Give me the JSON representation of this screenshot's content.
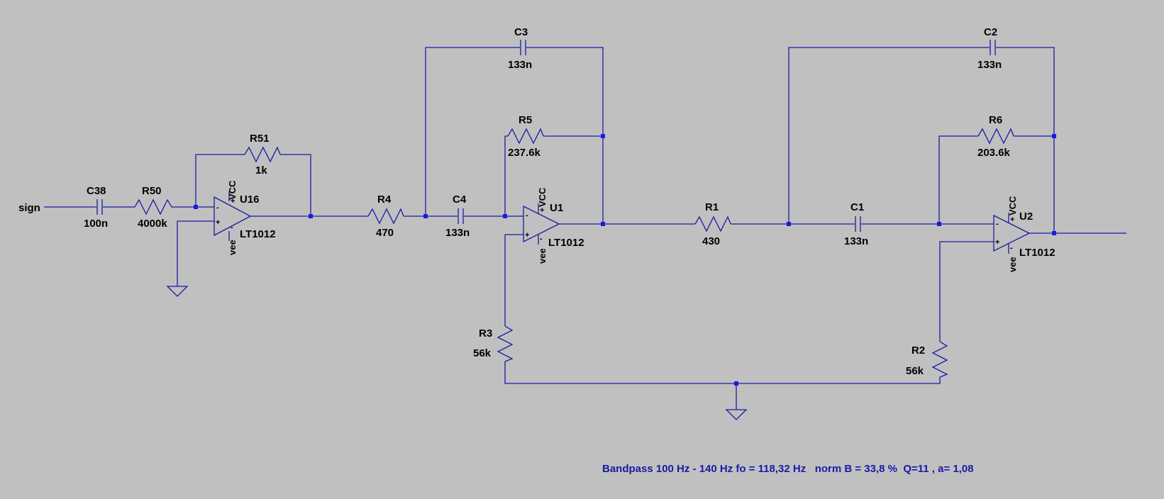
{
  "input_label": "sign",
  "components": {
    "C38": {
      "name": "C38",
      "value": "100n"
    },
    "R50": {
      "name": "R50",
      "value": "4000k"
    },
    "R51": {
      "name": "R51",
      "value": "1k"
    },
    "U16": {
      "name": "U16",
      "model": "LT1012",
      "vcc": "VCC",
      "vee": "vee"
    },
    "R4": {
      "name": "R4",
      "value": "470"
    },
    "C3": {
      "name": "C3",
      "value": "133n"
    },
    "C4": {
      "name": "C4",
      "value": "133n"
    },
    "R5": {
      "name": "R5",
      "value": "237.6k"
    },
    "U1": {
      "name": "U1",
      "model": "LT1012",
      "vcc": "VCC",
      "vee": "vee"
    },
    "R3": {
      "name": "R3",
      "value": "56k"
    },
    "R1": {
      "name": "R1",
      "value": "430"
    },
    "C2": {
      "name": "C2",
      "value": "133n"
    },
    "C1": {
      "name": "C1",
      "value": "133n"
    },
    "R6": {
      "name": "R6",
      "value": "203.6k"
    },
    "U2": {
      "name": "U2",
      "model": "LT1012",
      "vcc": "VCC",
      "vee": "vee"
    },
    "R2": {
      "name": "R2",
      "value": "56k"
    }
  },
  "note": "Bandpass 100 Hz - 140 Hz fo = 118,32 Hz   norm B = 33,8 %  Q=11 , a= 1,08",
  "colors": {
    "background": "#c0c0c0",
    "wire": "#1a1aa6",
    "junction": "#1a1ae6",
    "note": "#1a1aa6"
  }
}
